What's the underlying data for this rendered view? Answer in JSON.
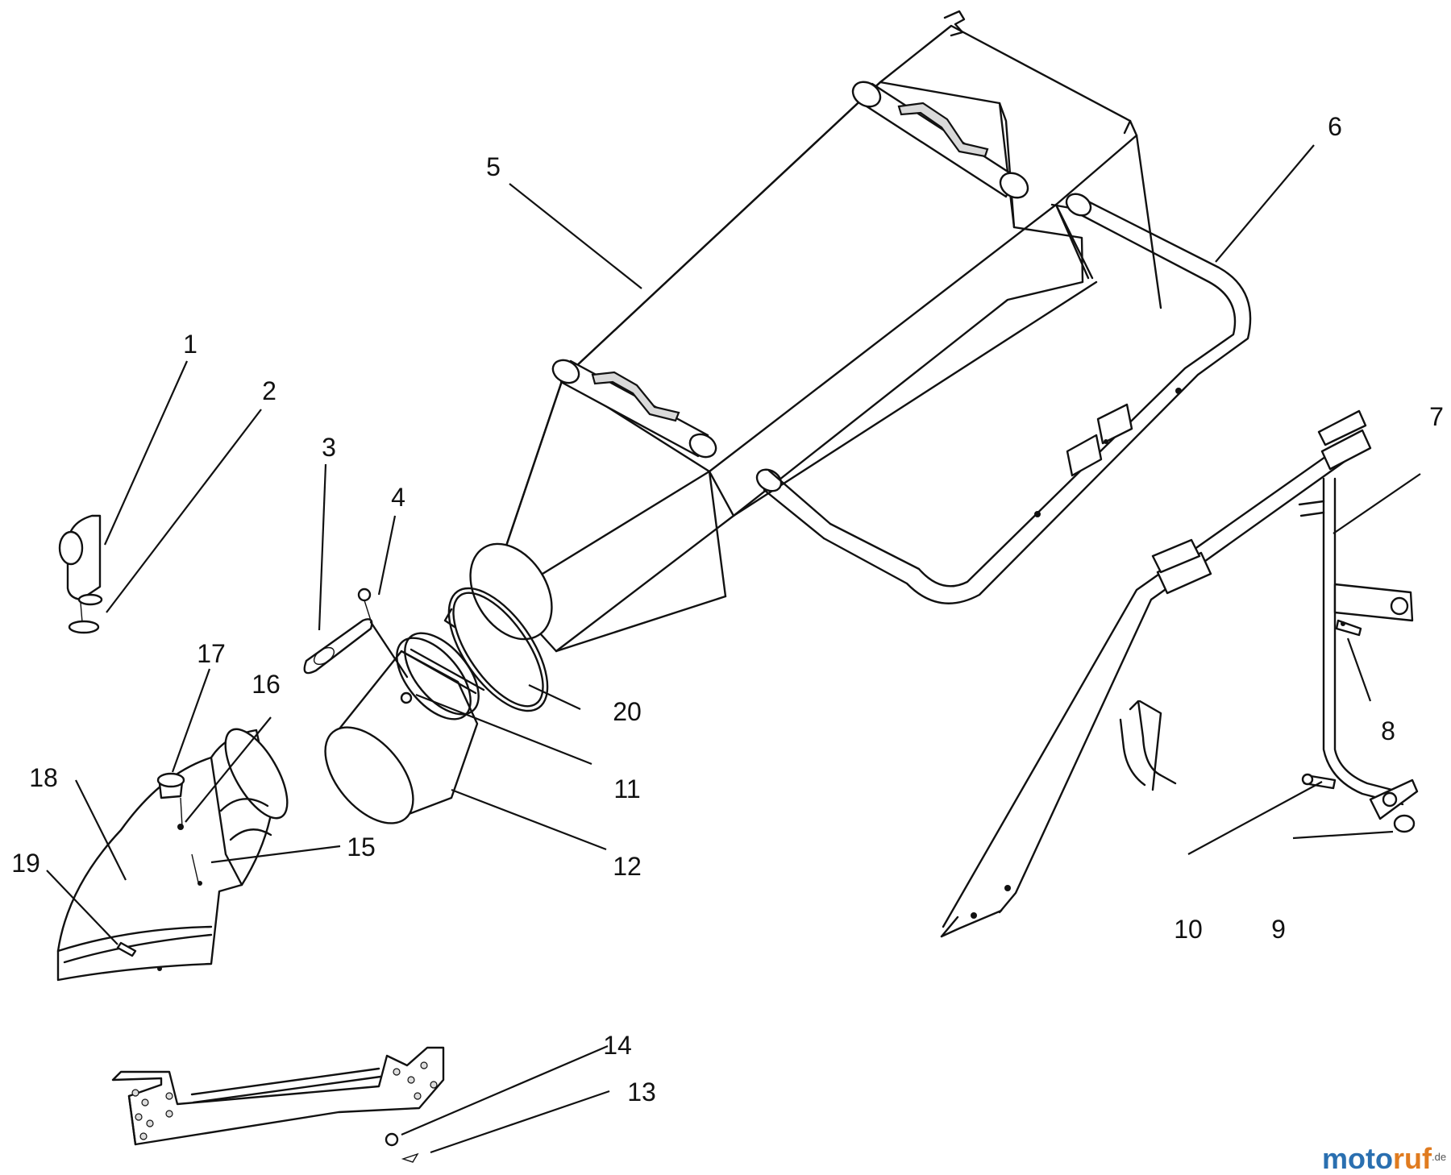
{
  "callouts": {
    "c1": "1",
    "c2": "2",
    "c3": "3",
    "c4": "4",
    "c5": "5",
    "c6": "6",
    "c7": "7",
    "c8": "8",
    "c9": "9",
    "c10": "10",
    "c11": "11",
    "c12": "12",
    "c13": "13",
    "c14": "14",
    "c15": "15",
    "c16": "16",
    "c17": "17",
    "c18": "18",
    "c19": "19",
    "c20": "20"
  },
  "watermark": {
    "brand_a": "moto",
    "brand_b": "ruf",
    "tld": ".de",
    "color_a": "#2a6fb0",
    "color_b": "#e07b1f"
  }
}
